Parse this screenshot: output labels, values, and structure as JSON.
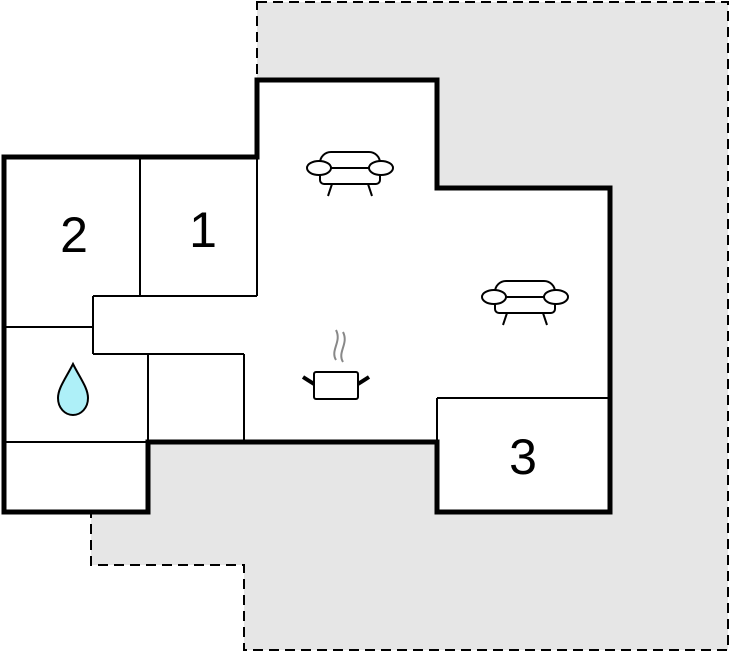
{
  "colors": {
    "terrace_fill": "#e6e6e6",
    "interior_fill": "#ffffff",
    "wall": "#000000",
    "water_drop": "#aef0f8"
  },
  "rooms": {
    "bedroom_1": "1",
    "bedroom_2": "2",
    "bedroom_3": "3"
  },
  "icons": {
    "sofa": "sofa-icon",
    "pot": "cooking-pot-icon",
    "water": "water-drop-icon"
  }
}
